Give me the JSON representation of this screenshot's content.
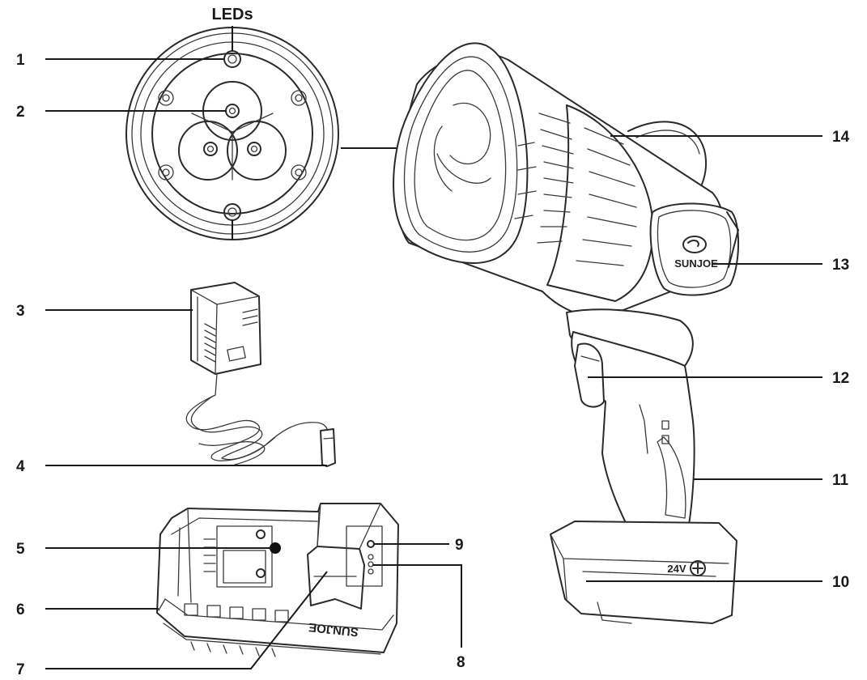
{
  "title": "LEDs",
  "labels": [
    "1",
    "2",
    "3",
    "4",
    "5",
    "6",
    "7",
    "8",
    "9",
    "10",
    "11",
    "12",
    "13",
    "14"
  ],
  "brand": {
    "logo": "SUNJOE",
    "battery_brand": "SUNJOE",
    "voltage_badge": "24V"
  },
  "icons": {
    "logo_mark": "sun-joe-swoosh-icon",
    "plus_mark": "plus-circle-icon"
  }
}
